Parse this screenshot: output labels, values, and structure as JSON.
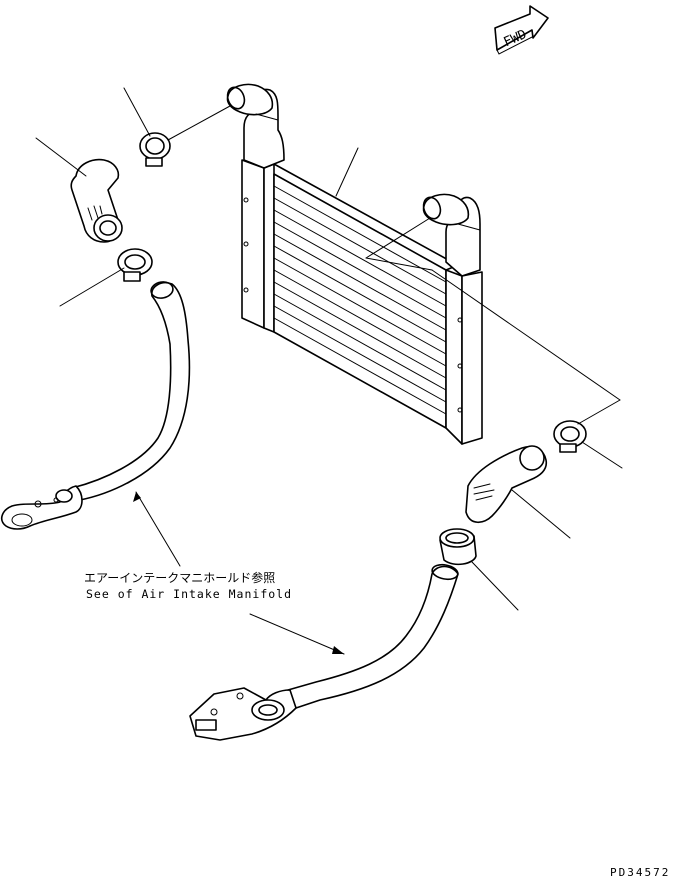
{
  "direction_marker": {
    "label": "FWD"
  },
  "reference_note": {
    "japanese": "エアーインテークマニホールド参照",
    "english": "See of Air Intake Manifold"
  },
  "drawing_number": "PD34572"
}
